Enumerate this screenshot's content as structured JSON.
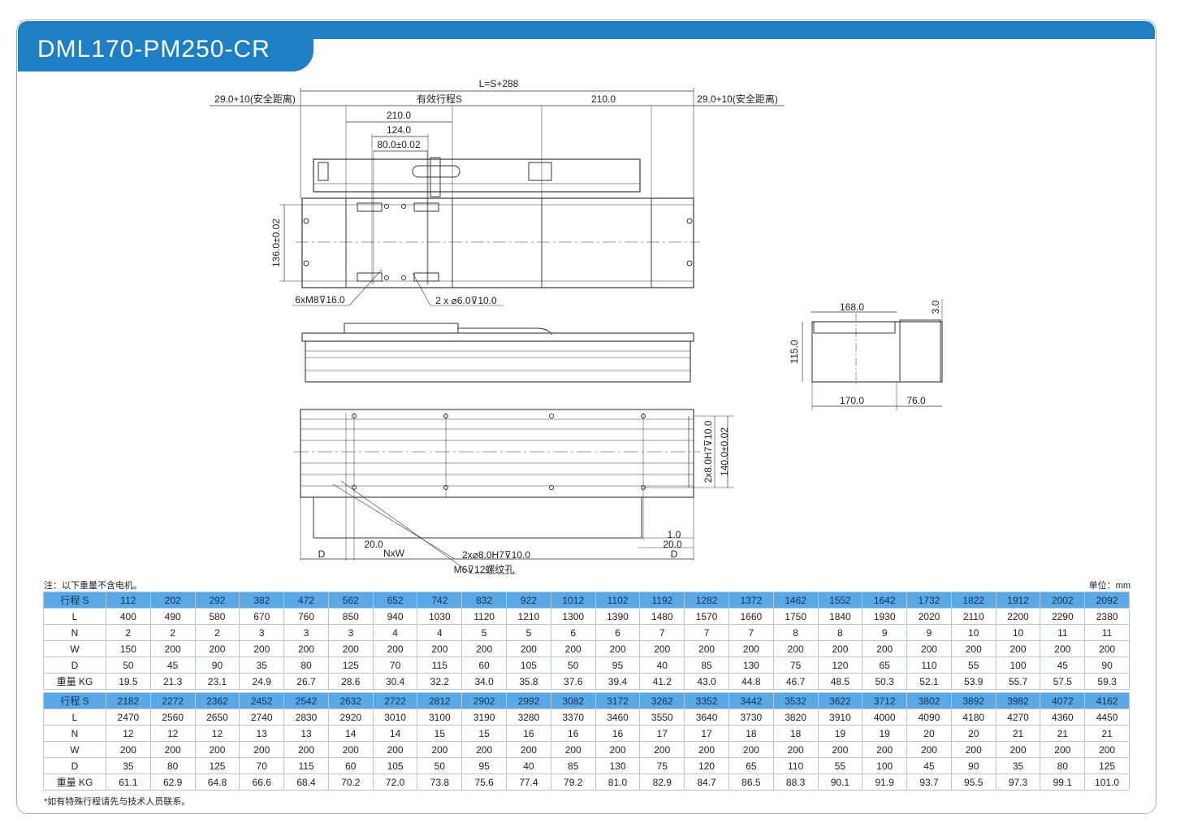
{
  "title": "DML170-PM250-CR",
  "dims": {
    "L": "L=S+288",
    "safety_left": "29.0+10(安全距离)",
    "stroke": "有效行程S",
    "d210_top": "210.0",
    "safety_right": "29.0+10(安全距离)",
    "d210": "210.0",
    "d124": "124.0",
    "d80": "80.0±0.02",
    "d136": "136.0±0.02",
    "hole1": "6xM8⊽16.0",
    "hole2": "2 x ⌀6.0⊽10.0",
    "side_168": "168.0",
    "side_3": "3.0",
    "side_115": "115.0",
    "side_170": "170.0",
    "side_76": "76.0",
    "bot_h": "2x8.0H7⊽10.0",
    "bot_140": "140.0±0.02",
    "bot_20l": "20.0",
    "bot_nxw": "NxW",
    "bot_pin": "2x⌀8.0H7⊽10.0",
    "bot_m6": "M6⊽12螺纹孔",
    "bot_1": "1.0",
    "bot_20r": "20.0",
    "bot_dl": "D",
    "bot_dr": "D"
  },
  "note": "注：以下重量不含电机。",
  "unit": "单位：mm",
  "footer": "*如有特殊行程请先与技术人员联系。",
  "table1": {
    "rows": [
      {
        "label": "行程 S",
        "cells": [
          "112",
          "202",
          "292",
          "382",
          "472",
          "562",
          "652",
          "742",
          "832",
          "922",
          "1012",
          "1102",
          "1192",
          "1282",
          "1372",
          "1462",
          "1552",
          "1642",
          "1732",
          "1822",
          "1912",
          "2002",
          "2092"
        ]
      },
      {
        "label": "L",
        "cells": [
          "400",
          "490",
          "580",
          "670",
          "760",
          "850",
          "940",
          "1030",
          "1120",
          "1210",
          "1300",
          "1390",
          "1480",
          "1570",
          "1660",
          "1750",
          "1840",
          "1930",
          "2020",
          "2110",
          "2200",
          "2290",
          "2380"
        ]
      },
      {
        "label": "N",
        "cells": [
          "2",
          "2",
          "2",
          "3",
          "3",
          "3",
          "4",
          "4",
          "5",
          "5",
          "6",
          "6",
          "7",
          "7",
          "7",
          "8",
          "8",
          "9",
          "9",
          "10",
          "10",
          "11",
          "11"
        ]
      },
      {
        "label": "W",
        "cells": [
          "150",
          "200",
          "200",
          "200",
          "200",
          "200",
          "200",
          "200",
          "200",
          "200",
          "200",
          "200",
          "200",
          "200",
          "200",
          "200",
          "200",
          "200",
          "200",
          "200",
          "200",
          "200",
          "200"
        ]
      },
      {
        "label": "D",
        "cells": [
          "50",
          "45",
          "90",
          "35",
          "80",
          "125",
          "70",
          "115",
          "60",
          "105",
          "50",
          "95",
          "40",
          "85",
          "130",
          "75",
          "120",
          "65",
          "110",
          "55",
          "100",
          "45",
          "90"
        ]
      },
      {
        "label": "重量 KG",
        "cells": [
          "19.5",
          "21.3",
          "23.1",
          "24.9",
          "26.7",
          "28.6",
          "30.4",
          "32.2",
          "34.0",
          "35.8",
          "37.6",
          "39.4",
          "41.2",
          "43.0",
          "44.8",
          "46.7",
          "48.5",
          "50.3",
          "52.1",
          "53.9",
          "55.7",
          "57.5",
          "59.3"
        ]
      }
    ]
  },
  "table2": {
    "rows": [
      {
        "label": "行程 S",
        "cells": [
          "2182",
          "2272",
          "2362",
          "2452",
          "2542",
          "2632",
          "2722",
          "2812",
          "2902",
          "2992",
          "3082",
          "3172",
          "3262",
          "3352",
          "3442",
          "3532",
          "3622",
          "3712",
          "3802",
          "3892",
          "3982",
          "4072",
          "4162"
        ]
      },
      {
        "label": "L",
        "cells": [
          "2470",
          "2560",
          "2650",
          "2740",
          "2830",
          "2920",
          "3010",
          "3100",
          "3190",
          "3280",
          "3370",
          "3460",
          "3550",
          "3640",
          "3730",
          "3820",
          "3910",
          "4000",
          "4090",
          "4180",
          "4270",
          "4360",
          "4450"
        ]
      },
      {
        "label": "N",
        "cells": [
          "12",
          "12",
          "12",
          "13",
          "13",
          "14",
          "14",
          "15",
          "15",
          "16",
          "16",
          "16",
          "17",
          "17",
          "18",
          "18",
          "19",
          "19",
          "20",
          "20",
          "21",
          "21",
          "21"
        ]
      },
      {
        "label": "W",
        "cells": [
          "200",
          "200",
          "200",
          "200",
          "200",
          "200",
          "200",
          "200",
          "200",
          "200",
          "200",
          "200",
          "200",
          "200",
          "200",
          "200",
          "200",
          "200",
          "200",
          "200",
          "200",
          "200",
          "200"
        ]
      },
      {
        "label": "D",
        "cells": [
          "35",
          "80",
          "125",
          "70",
          "115",
          "60",
          "105",
          "50",
          "95",
          "40",
          "85",
          "130",
          "75",
          "120",
          "65",
          "110",
          "55",
          "100",
          "45",
          "90",
          "35",
          "80",
          "125"
        ]
      },
      {
        "label": "重量 KG",
        "cells": [
          "61.1",
          "62.9",
          "64.8",
          "66.6",
          "68.4",
          "70.2",
          "72.0",
          "73.8",
          "75.6",
          "77.4",
          "79.2",
          "81.0",
          "82.9",
          "84.7",
          "86.5",
          "88.3",
          "90.1",
          "91.9",
          "93.7",
          "95.5",
          "97.3",
          "99.1",
          "101.0"
        ]
      }
    ]
  }
}
